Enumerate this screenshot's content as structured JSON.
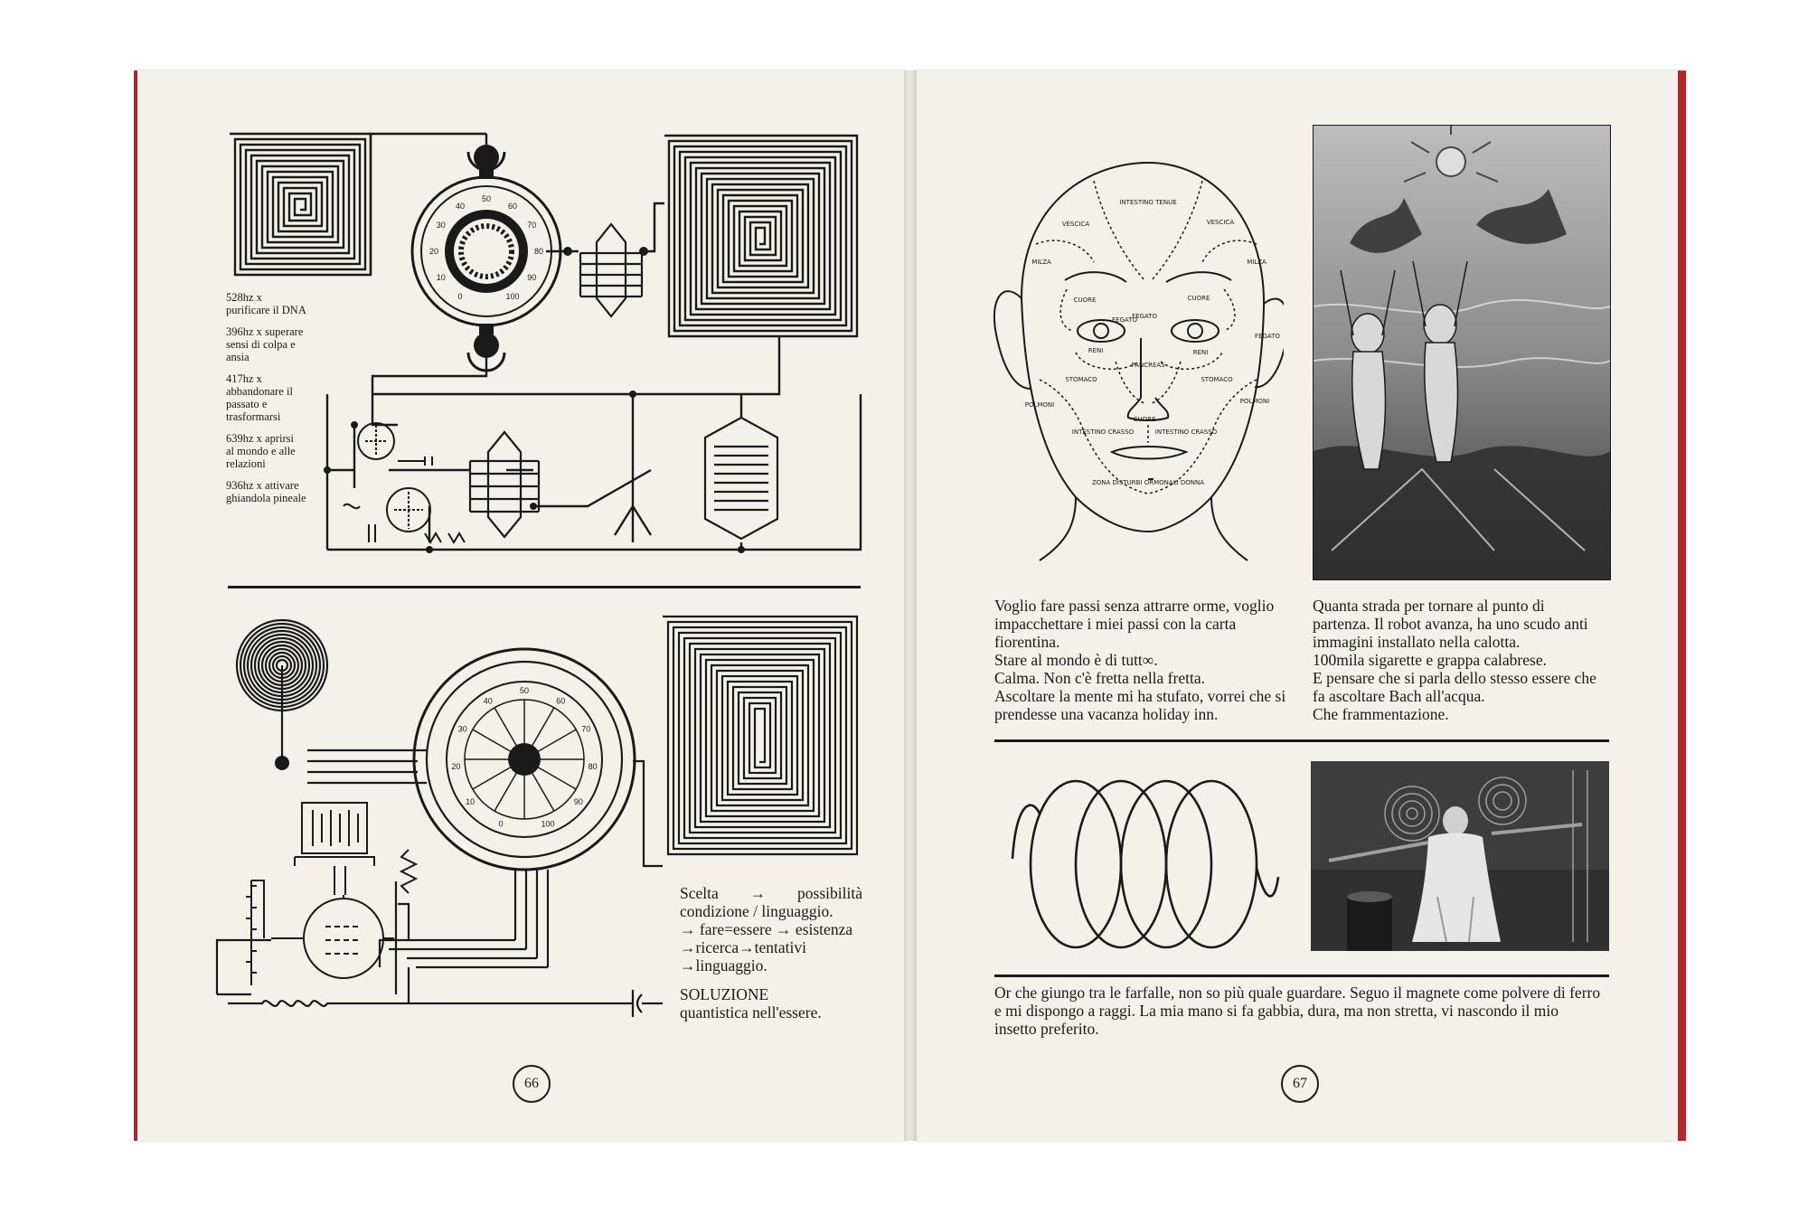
{
  "left_page": {
    "frequencies": [
      {
        "freq": "528hz x",
        "desc": "purificare il DNA"
      },
      {
        "freq": "396hz x superare",
        "desc": "sensi di colpa e ansia"
      },
      {
        "freq": "417hz x",
        "desc": "abbandonare il passato e trasformarsi"
      },
      {
        "freq": "639hz x aprirsi",
        "desc": "al mondo e alle relazioni"
      },
      {
        "freq": "936hz x attivare",
        "desc": "ghiandola pineale"
      }
    ],
    "dial_top_ticks": [
      "0",
      "10",
      "20",
      "30",
      "40",
      "50",
      "60",
      "70",
      "80",
      "90",
      "100"
    ],
    "dial_bottom_ticks": [
      "0",
      "10",
      "20",
      "30",
      "40",
      "50",
      "60",
      "70",
      "80",
      "90",
      "100"
    ],
    "text_lines": [
      "Scelta → possibilità",
      "condizione / linguaggio.",
      "→ fare=essere → esistenza",
      "→ricerca→tentativi",
      "→linguaggio."
    ],
    "solution_title": "SOLUZIONE",
    "solution_text": "quantistica nell'essere.",
    "page_number": "66"
  },
  "right_page": {
    "face_labels": [
      "INTESTINO TENUE",
      "VESCICA",
      "VESCICA",
      "MILZA",
      "MILZA",
      "CUORE",
      "CUORE",
      "FEGATO",
      "FEGATO",
      "FEGATO",
      "RENI",
      "RENI",
      "PANCREAS",
      "STOMACO",
      "STOMACO",
      "POLMONI",
      "POLMONI",
      "CUORE",
      "INTESTINO CRASSO",
      "INTESTINO CRASSO",
      "ZONA DISTURBI ORMONALI DONNA"
    ],
    "paragraph_left": [
      "Voglio fare passi senza attrarre orme, voglio",
      "impacchettare i miei passi con la carta",
      "fiorentina.",
      "Stare al mondo è di tutt∞.",
      "Calma. Non c'è fretta nella fretta.",
      "Ascoltare la mente mi ha stufato, vorrei che si",
      "prendesse una vacanza holiday inn."
    ],
    "paragraph_right": [
      "Quanta strada per tornare al punto di",
      "partenza. Il robot avanza, ha uno scudo anti",
      "immagini installato nella calotta.",
      "100mila sigarette e grappa calabrese.",
      "E pensare che si parla dello stesso essere che",
      "fa ascoltare Bach all'acqua.",
      "Che frammentazione."
    ],
    "paragraph_bottom": [
      "Or che giungo tra le farfalle, non so più quale guardare. Seguo il magnete come polvere di ferro",
      "e mi dispongo a raggi. La mia mano si fa gabbia, dura, ma non stretta, vi nascondo il mio",
      "insetto preferito."
    ],
    "page_number": "67"
  }
}
